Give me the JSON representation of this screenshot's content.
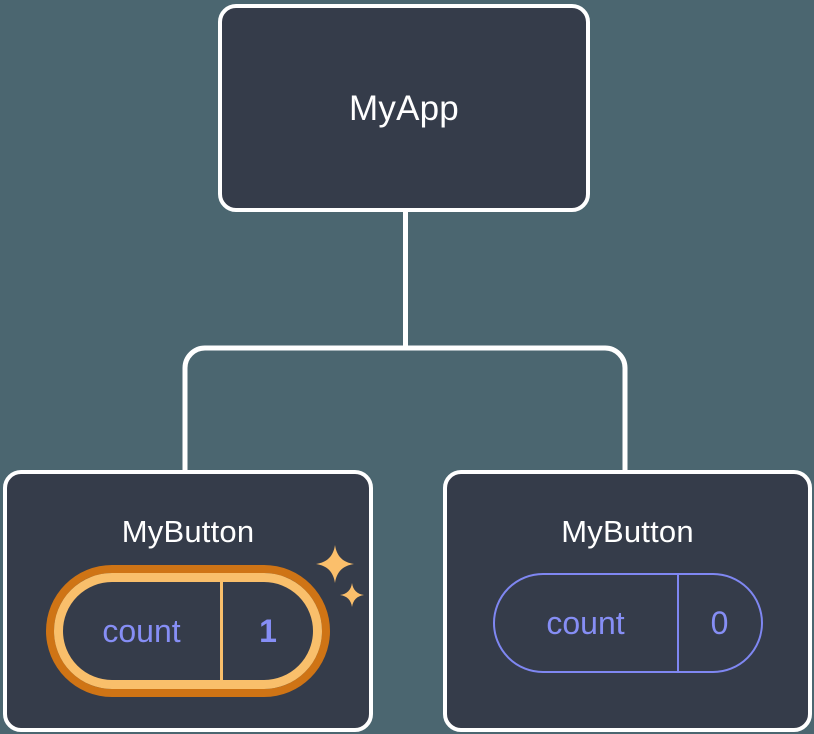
{
  "diagram": {
    "type": "component-tree",
    "background_color": "#4b6670",
    "card_color": "#353c4a",
    "card_border_color": "#ffffff",
    "connector_color": "#ffffff",
    "accent_highlight_color": "#f9bf6b",
    "accent_highlight_outer_color": "#cf7415",
    "state_text_color": "#868ef5",
    "sparkle_color": "#fbbf6b"
  },
  "root": {
    "title": "MyApp"
  },
  "children": [
    {
      "title": "MyButton",
      "state": {
        "key": "count",
        "value": "1"
      },
      "highlighted": true,
      "sparkles": true
    },
    {
      "title": "MyButton",
      "state": {
        "key": "count",
        "value": "0"
      },
      "highlighted": false,
      "sparkles": false
    }
  ]
}
